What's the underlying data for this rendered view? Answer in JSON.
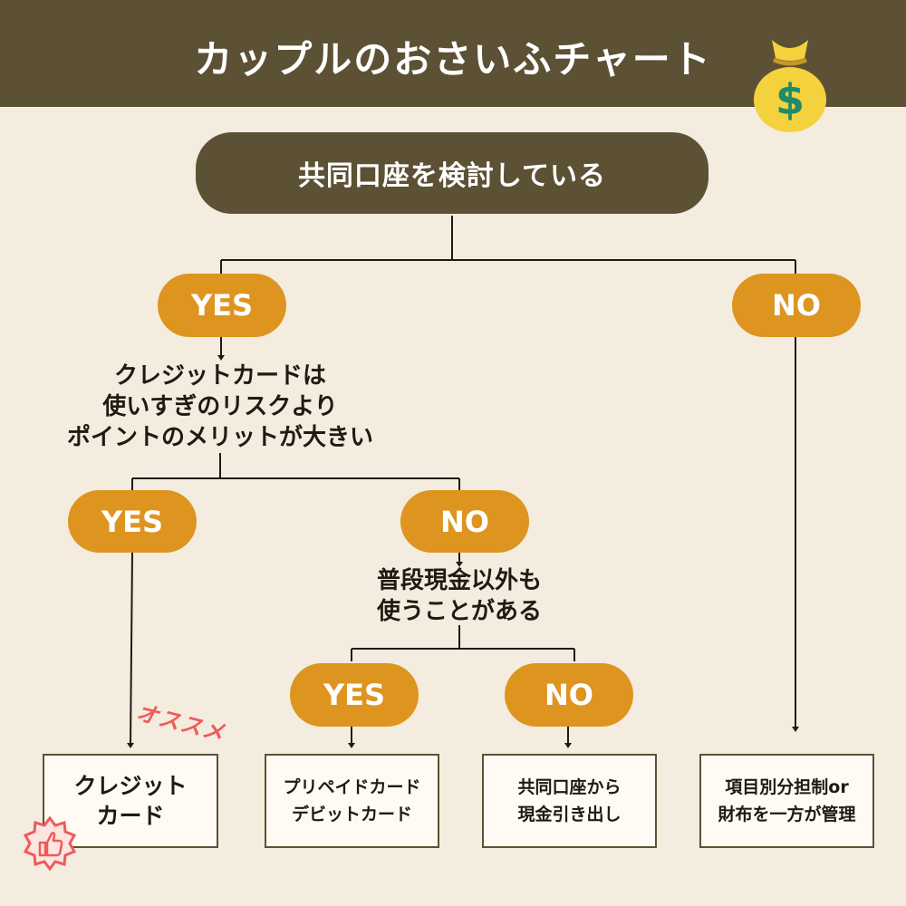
{
  "header": {
    "title": "カップルのおさいふチャート"
  },
  "start": {
    "label": "共同口座を検討している"
  },
  "branch1": {
    "yes": "YES",
    "no": "NO"
  },
  "q1": {
    "lines": [
      "クレジットカードは",
      "使いすぎのリスクより",
      "ポイントのメリットが大きい"
    ]
  },
  "branch2": {
    "yes": "YES",
    "no": "NO"
  },
  "q2": {
    "lines": [
      "普段現金以外も",
      "使うことがある"
    ]
  },
  "branch3": {
    "yes": "YES",
    "no": "NO"
  },
  "results": {
    "credit": [
      "クレジット",
      "カード"
    ],
    "prepaid": [
      "プリペイドカード",
      "デビットカード"
    ],
    "joint": [
      "共同口座から",
      "現金引き出し"
    ],
    "split": [
      "項目別分担制or",
      "財布を一方が管理"
    ]
  },
  "annotation": {
    "recommend": "オススメ"
  },
  "colors": {
    "dark": "#5c5135",
    "gold": "#dd9520",
    "background": "#f4ecdf",
    "accent": "#f05a5a"
  }
}
